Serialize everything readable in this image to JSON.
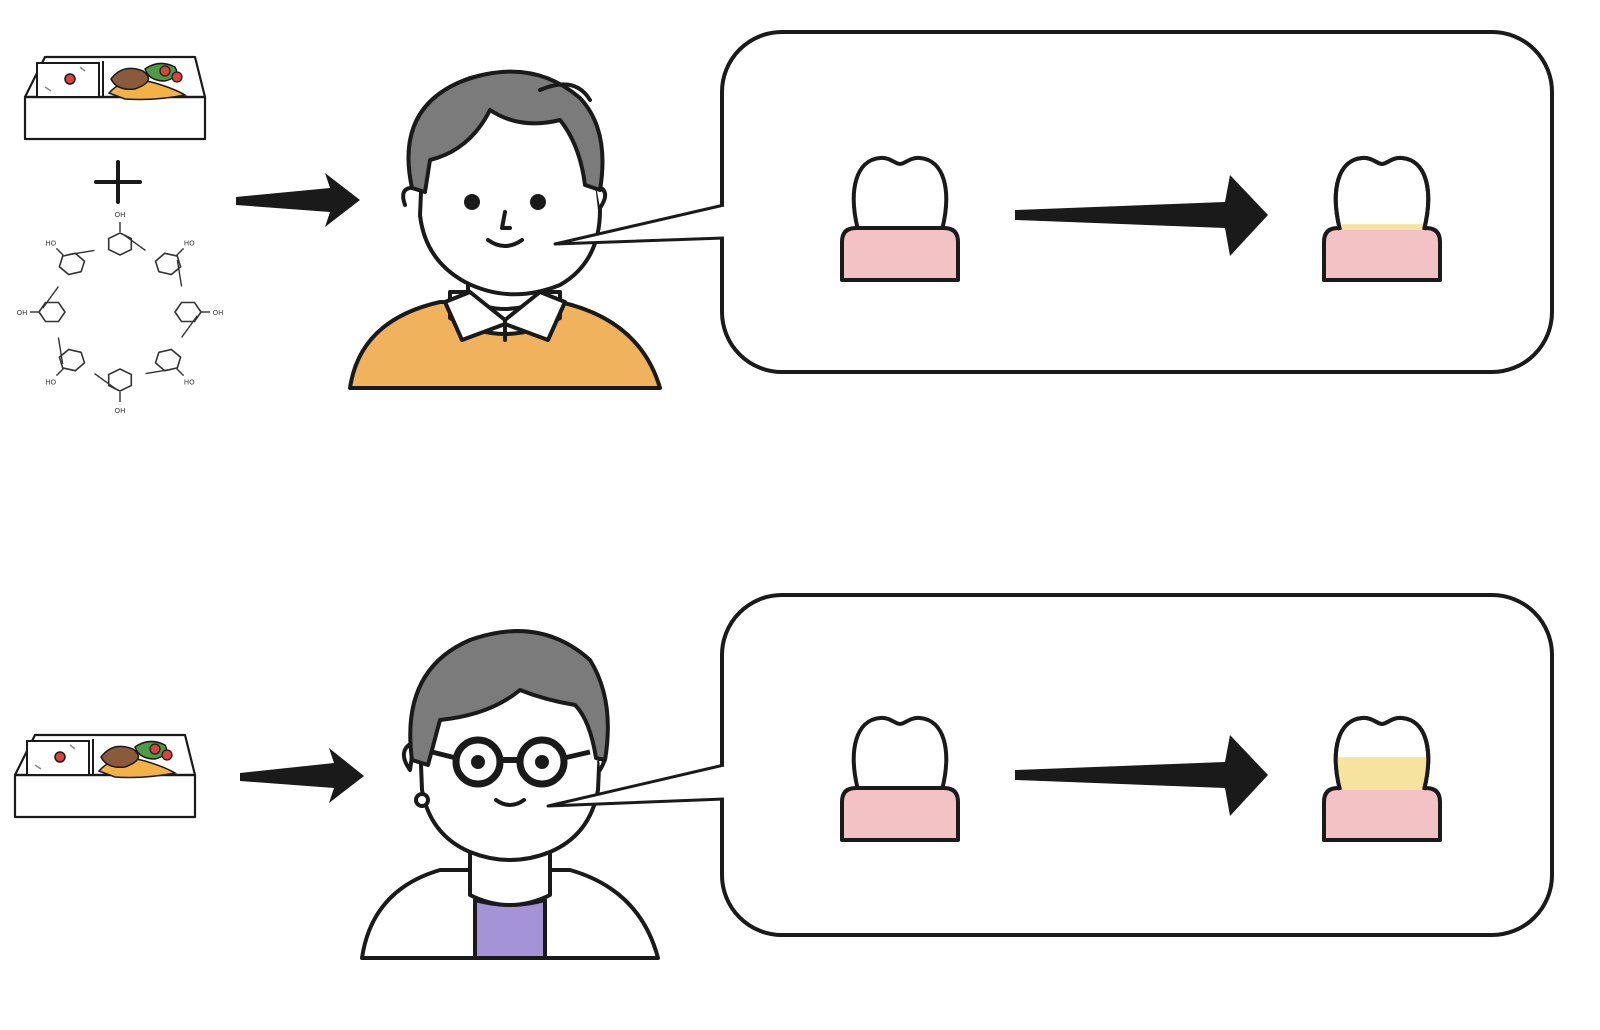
{
  "colors": {
    "outline": "#1a1a1a",
    "skin": "#ffffff",
    "hair": "#7b7b7b",
    "sweater": "#f0b25c",
    "shirt_purple": "#a593d8",
    "gum": "#f3c2c4",
    "stain": "#f7e3a0",
    "food_brown": "#8a5a3c",
    "food_orange": "#f2b248",
    "food_green": "#4f9a45",
    "food_red": "#d8443c"
  },
  "molecule_labels": [
    "OH",
    "HO",
    "OH",
    "HO",
    "OH",
    "HO",
    "OH",
    "HO"
  ],
  "rows": [
    {
      "inputs": [
        "bento-box-icon",
        "plus-icon",
        "cyclodextrin-molecule-icon"
      ],
      "person": "man-with-sweater",
      "stain_level": 0.08
    },
    {
      "inputs": [
        "bento-box-icon"
      ],
      "person": "woman-with-glasses",
      "stain_level": 0.45
    }
  ]
}
